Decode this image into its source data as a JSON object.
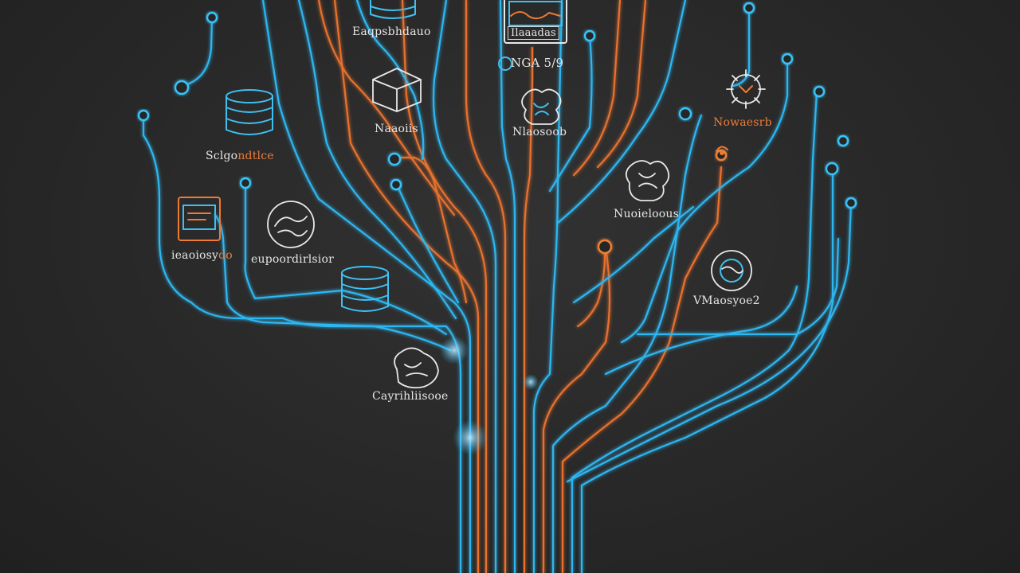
{
  "labels": {
    "top_center_left": "Eaqpsbhdauo",
    "top_center_box": "Ilaaadas",
    "top_center_code": "NGA 5/9",
    "mid_center": "Nlaosoob",
    "left_cube_label": "Naaoiis",
    "left_db_label_part1": "Sclgo",
    "left_db_label_part2": "ndtlce",
    "left_panel_label_part1": "ieaoiosy",
    "left_panel_label_part2": "do",
    "left_graph_label": "eupoordirlsior",
    "bottom_left_label": "Cayrihliisooe",
    "right_top_label": "Nowaesrb",
    "right_mid_label": "Nuoieloous",
    "right_low_label": "VMaosyoe2"
  },
  "colors": {
    "background": "#262626",
    "trace_blue": "#2fb6f0",
    "trace_orange": "#e8712e",
    "label_white": "#e6e6e6",
    "label_orange": "#ef7b36"
  },
  "icons": {
    "database": "database-icon",
    "cube": "cube-icon",
    "panel": "monitor-icon",
    "brain": "brain-icon",
    "gear": "gear-icon",
    "globe": "globe-icon",
    "cloud": "cloud-icon",
    "bug": "bug-icon"
  }
}
